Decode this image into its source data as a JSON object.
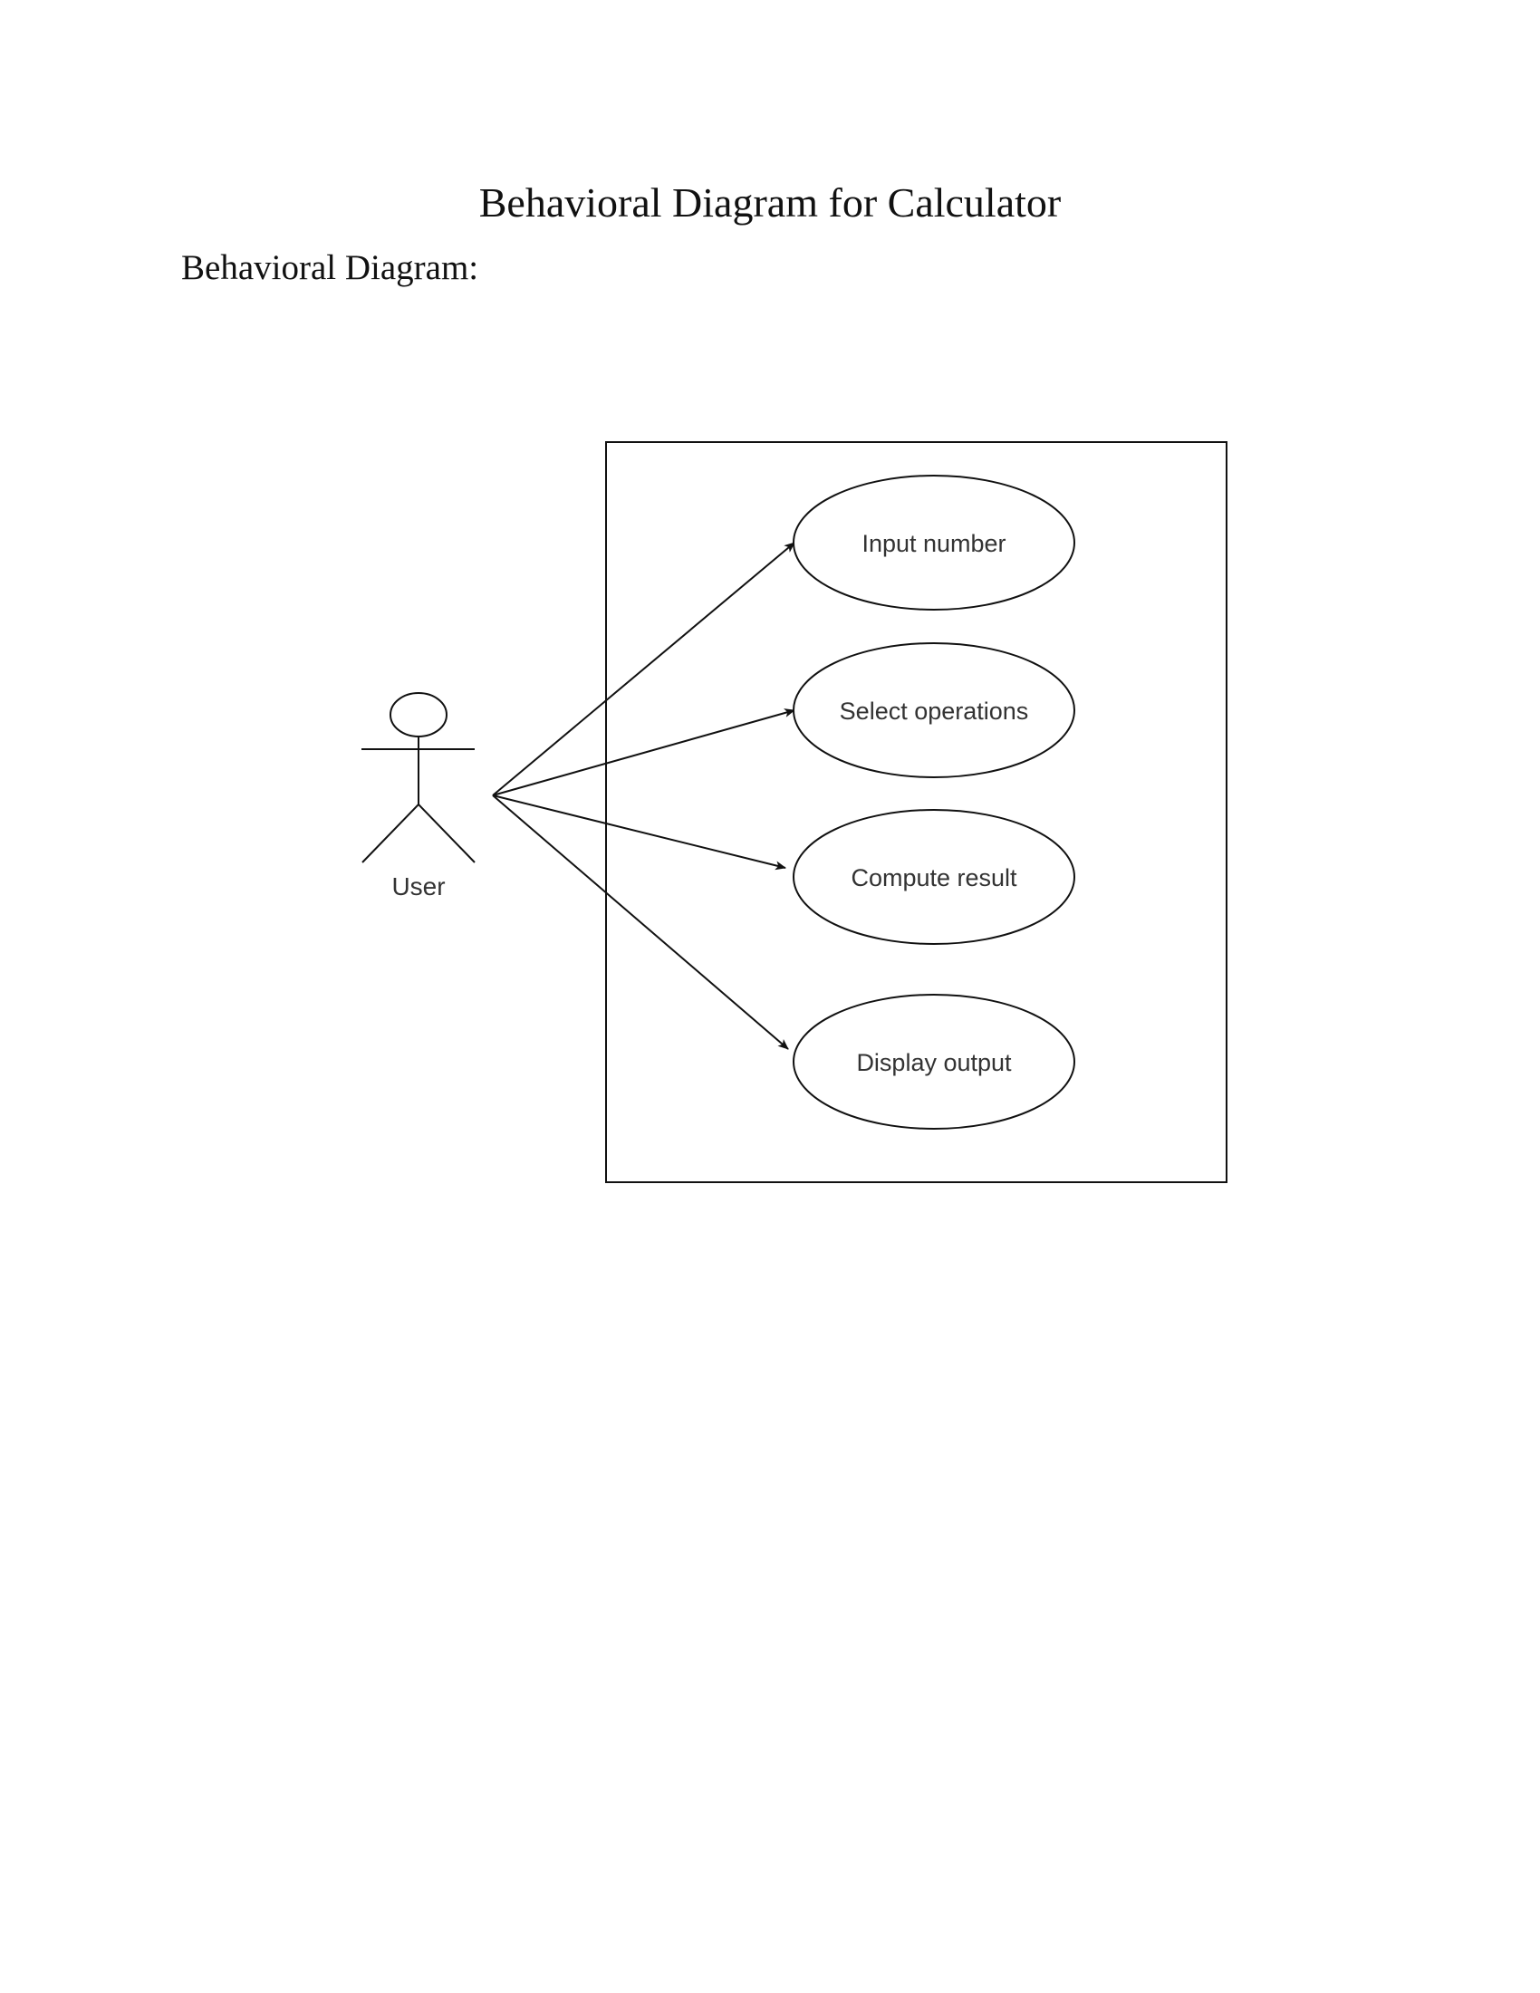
{
  "document": {
    "title": "Behavioral Diagram for Calculator",
    "section_heading": "Behavioral Diagram:"
  },
  "diagram": {
    "actor": {
      "label": "User"
    },
    "use_cases": [
      {
        "label": "Input number"
      },
      {
        "label": "Select operations"
      },
      {
        "label": "Compute result"
      },
      {
        "label": "Display output"
      }
    ],
    "colors": {
      "stroke": "#111111",
      "text": "#333333",
      "background": "#ffffff"
    }
  }
}
